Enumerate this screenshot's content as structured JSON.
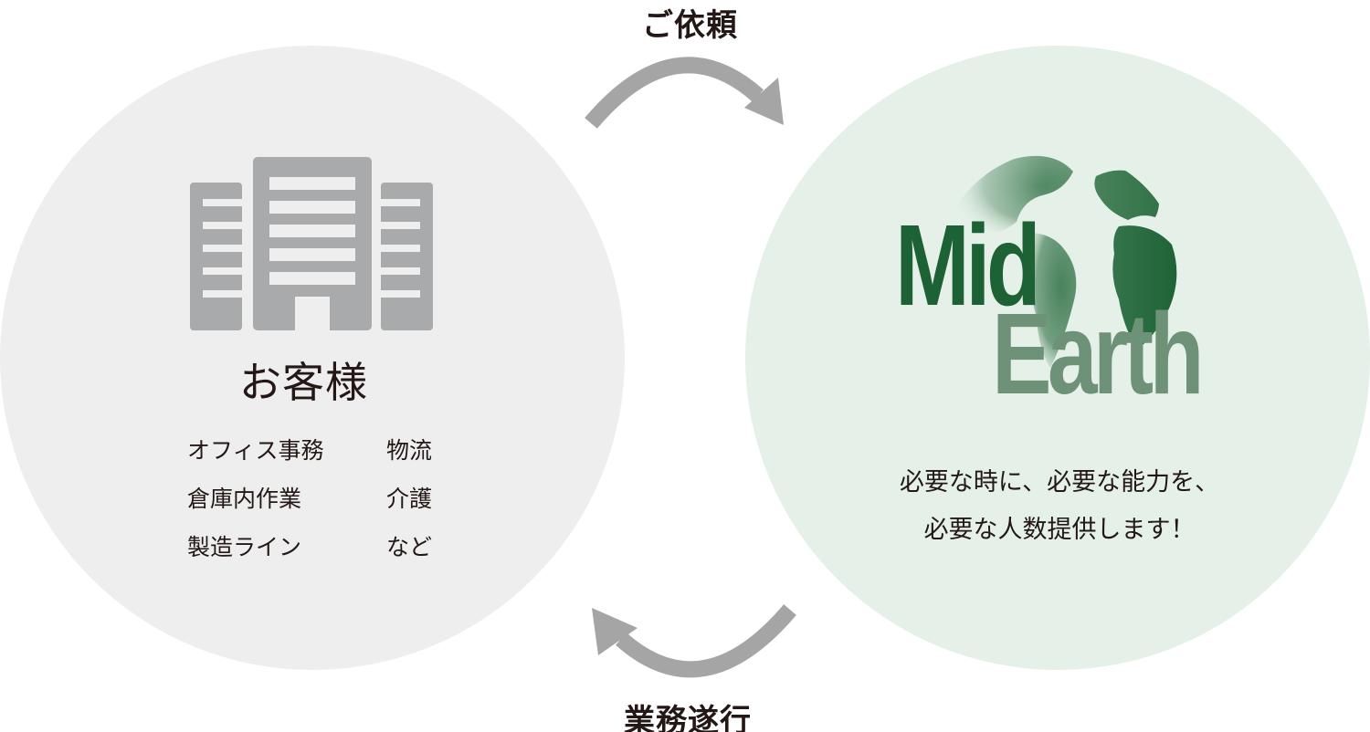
{
  "flow": {
    "request_label": "ご依頼",
    "execution_label": "業務遂行"
  },
  "client": {
    "title": "お客様",
    "services": [
      "オフィス事務",
      "物流",
      "倉庫内作業",
      "介護",
      "製造ライン",
      "など"
    ]
  },
  "company": {
    "logo": {
      "line1": "Mid",
      "line2": "Earth"
    },
    "tagline": [
      "必要な時に、必要な能力を、",
      "必要な人数提供します！"
    ]
  },
  "colors": {
    "client_circle": "#eeeeee",
    "company_circle": "#e4f0e8",
    "arrow": "#a5a5a6",
    "building": "#a9aaab",
    "logo_dark_green": "#1c6234",
    "logo_light_green": "#6e9277"
  }
}
